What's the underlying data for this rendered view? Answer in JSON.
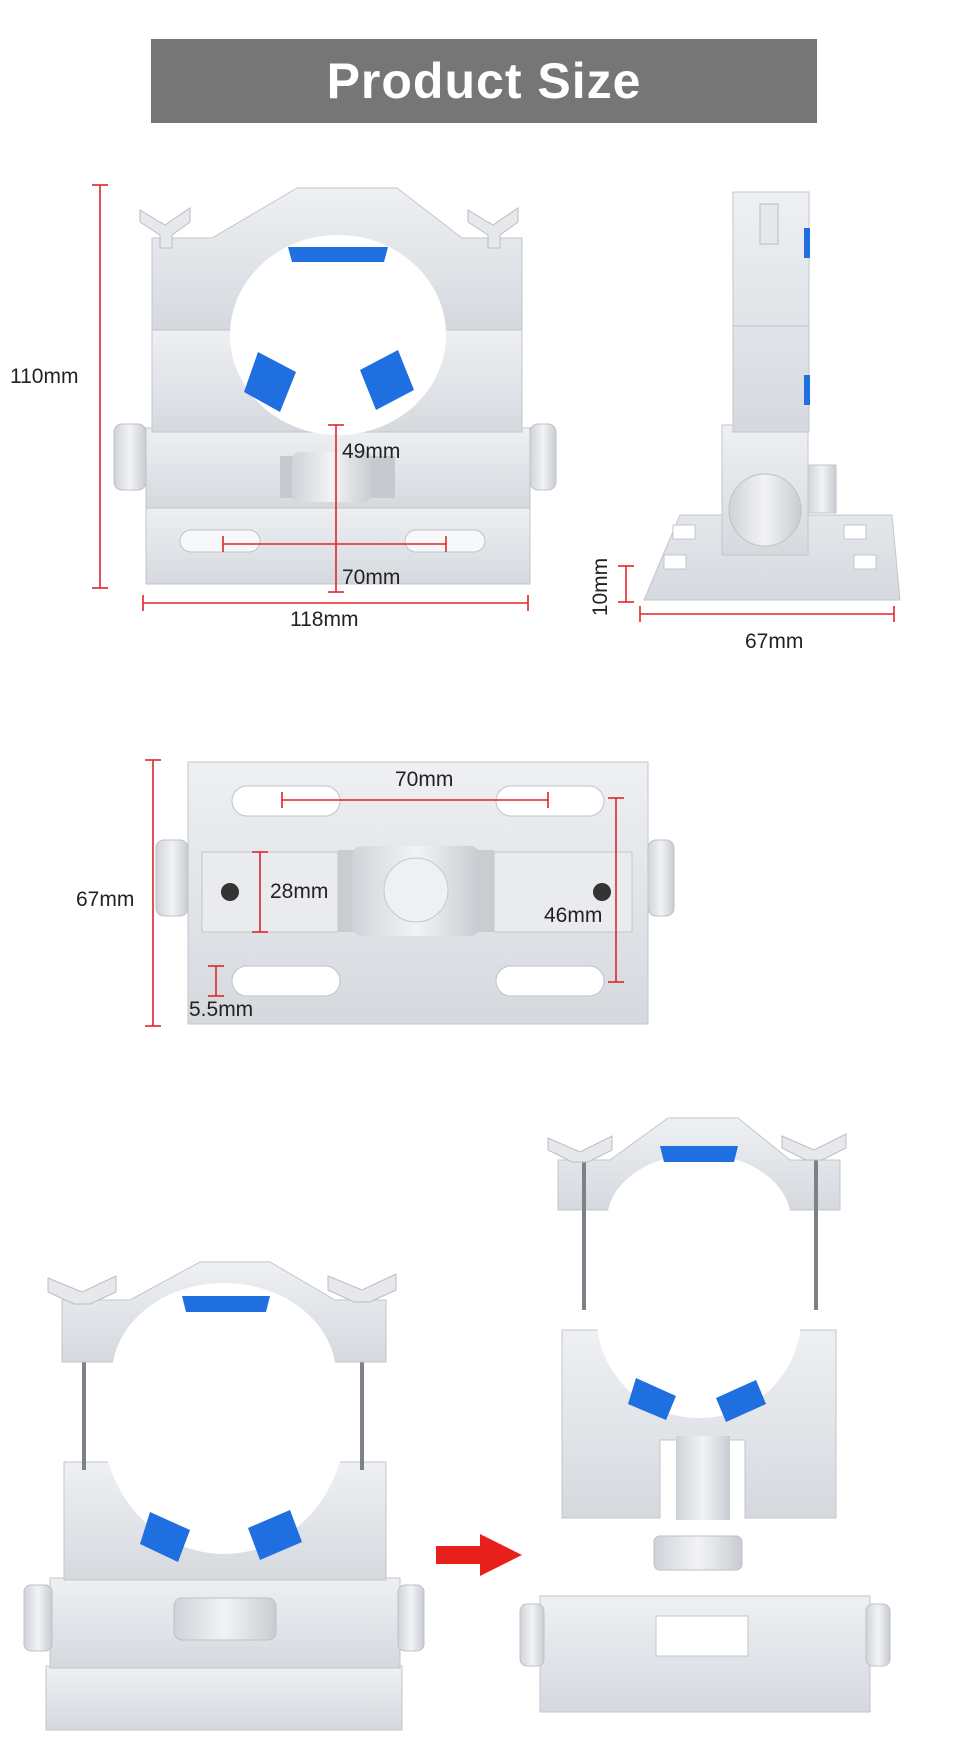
{
  "banner": {
    "title": "Product Size"
  },
  "front_view": {
    "height": "110mm",
    "width": "118mm",
    "center_height": "49mm",
    "slot_spacing": "70mm"
  },
  "side_view": {
    "base_thickness": "10mm",
    "depth": "67mm"
  },
  "top_view": {
    "depth": "67mm",
    "slot_spacing": "70mm",
    "block_width": "28mm",
    "rail_span": "46mm",
    "slot_width": "5.5mm"
  },
  "colors": {
    "banner": "#767676",
    "dimension_line": "#e0252b",
    "plastic": "#e3e6ea",
    "pad": "#1f6fe0",
    "arrow": "#e8201c"
  }
}
